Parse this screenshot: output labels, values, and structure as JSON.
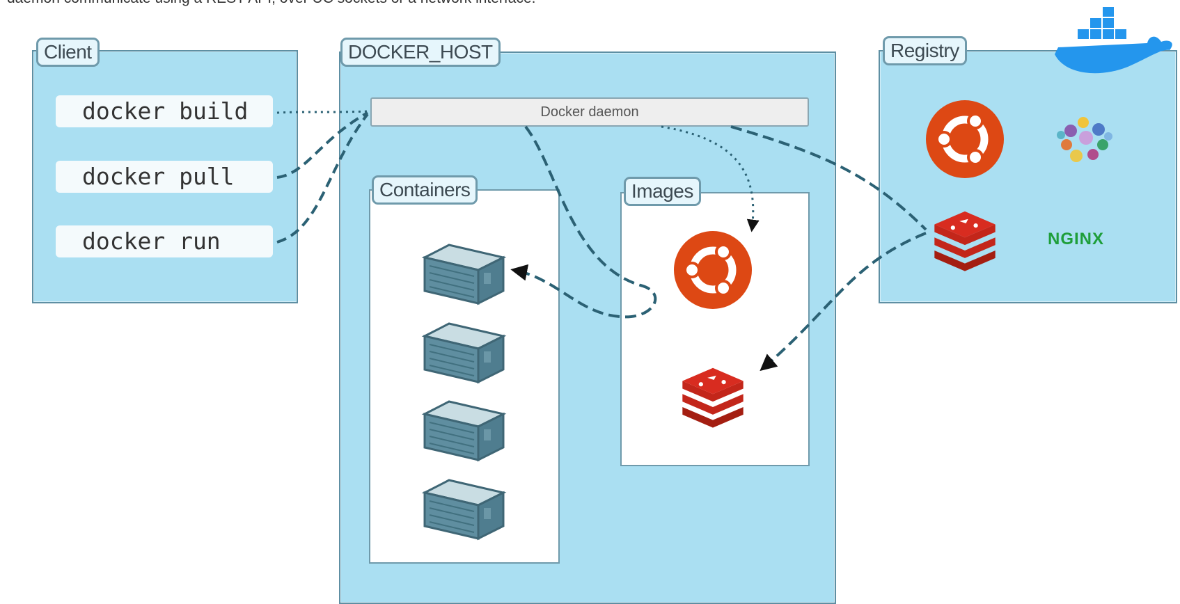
{
  "caption": "daemon communicate using a REST API, over UC sockets or a network interface.",
  "client": {
    "label": "Client",
    "commands": [
      "docker build",
      "docker pull",
      "docker run"
    ]
  },
  "host": {
    "label": "DOCKER_HOST",
    "daemon_label": "Docker daemon",
    "containers_label": "Containers",
    "images_label": "Images"
  },
  "registry": {
    "label": "Registry",
    "nginx_label": "NGINX"
  },
  "icons": [
    "docker-whale-icon",
    "ubuntu-icon",
    "redis-icon",
    "container-icon",
    "puzzle-logo-icon"
  ],
  "colors": {
    "panel_bg": "#aadff2",
    "panel_border": "#5e8fa3",
    "ubuntu": "#dd4814",
    "redis": "#d82c20",
    "container": "#5f8ea0",
    "docker": "#2496ed",
    "nginx": "#1e9e3a",
    "arrow": "#2b6174"
  }
}
